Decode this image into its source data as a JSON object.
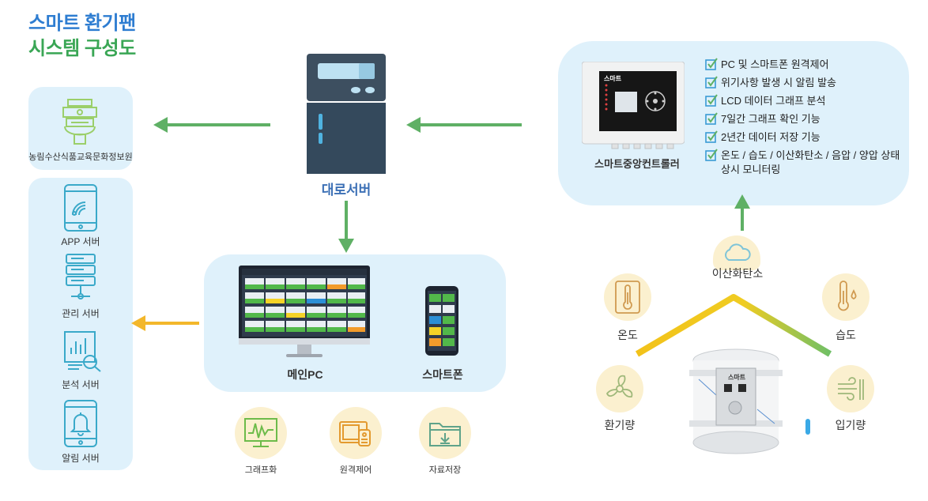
{
  "title": {
    "line1": "스마트 환기팬",
    "line2": "시스템 구성도"
  },
  "left_column": {
    "org": {
      "label": "농림수산식품교육문화정보원",
      "icon": "institution-icon"
    },
    "servers": [
      {
        "label": "APP 서버",
        "icon": "mobile-app-icon"
      },
      {
        "label": "관리 서버",
        "icon": "server-rack-icon"
      },
      {
        "label": "분석 서버",
        "icon": "analytics-icon"
      },
      {
        "label": "알림 서버",
        "icon": "bell-mobile-icon"
      }
    ]
  },
  "proxy_server": {
    "label": "대로서버",
    "icon": "server-tower-icon"
  },
  "clients_panel": {
    "main_pc": {
      "label": "메인PC"
    },
    "smartphone": {
      "label": "스마트폰"
    }
  },
  "functions": [
    {
      "label": "그래프화",
      "icon": "graph-monitor-icon"
    },
    {
      "label": "원격제어",
      "icon": "remote-control-icon"
    },
    {
      "label": "자료저장",
      "icon": "folder-save-icon"
    }
  ],
  "controller": {
    "label": "스마트중앙컨트롤러",
    "device_text": "스마트",
    "features": [
      "PC 및 스마트폰 원격제어",
      "위기사항 발생 시 알림 발송",
      "LCD 데이터 그래프 분석",
      "7일간 그래프 확인 기능",
      "2년간 데이터 저장 기능",
      "온도 / 습도  / 이산화탄소 / 음압 / 양압 상태 상시 모니터링"
    ]
  },
  "sensors": {
    "co2": "이산화탄소",
    "temperature": "온도",
    "humidity": "습도",
    "exhaust": "환기량",
    "intake": "입기량"
  },
  "fan_label": "스마트",
  "colors": {
    "panel_bg": "#dff1fb",
    "arrow_green": "#5fb065",
    "arrow_yellow": "#f3b72b",
    "title_blue": "#2e7dd1",
    "title_green": "#3aa655",
    "label_blue": "#3b6fb5"
  }
}
